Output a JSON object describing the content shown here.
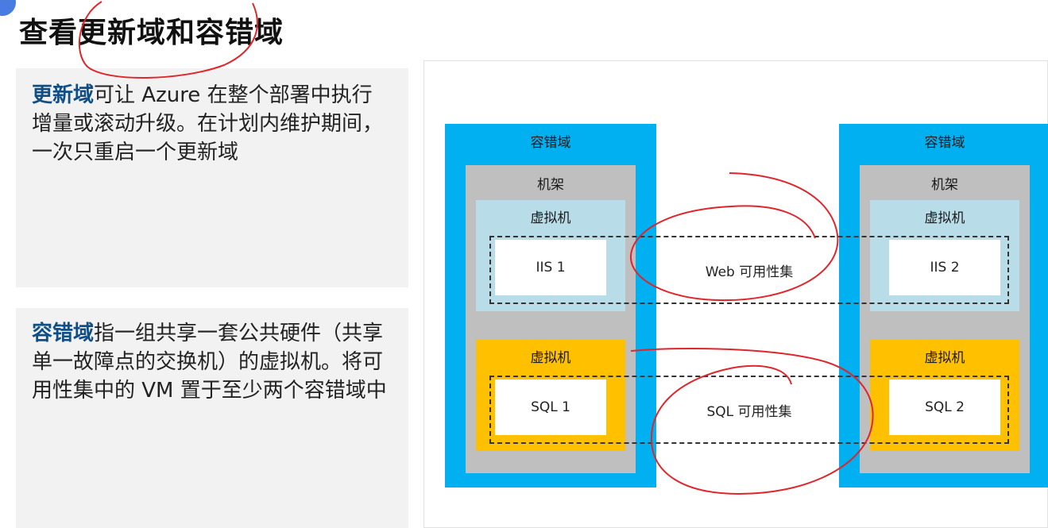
{
  "page": {
    "title": "查看更新域和容错域"
  },
  "panels": {
    "update_domain": {
      "term": "更新域",
      "text": "可让 Azure 在整个部署中执行增量或滚动升级。在计划内维护期间，一次只重启一个更新域"
    },
    "fault_domain": {
      "term": "容错域",
      "text": "指一组共享一套公共硬件（共享单一故障点的交换机）的虚拟机。将可用性集中的 VM 置于至少两个容错域中"
    }
  },
  "diagram": {
    "fault_domains": [
      {
        "label": "容错域",
        "rack": "机架",
        "vm_top": {
          "label": "虚拟机",
          "node": "IIS 1"
        },
        "vm_bottom": {
          "label": "虚拟机",
          "node": "SQL 1"
        }
      },
      {
        "label": "容错域",
        "rack": "机架",
        "vm_top": {
          "label": "虚拟机",
          "node": "IIS 2"
        },
        "vm_bottom": {
          "label": "虚拟机",
          "node": "SQL 2"
        }
      }
    ],
    "availability_sets": {
      "web": "Web 可用性集",
      "sql": "SQL 可用性集"
    }
  },
  "colors": {
    "fault_domain": "#00b0f0",
    "rack": "#bfbfbf",
    "vm_web": "#b8dde9",
    "vm_sql": "#ffc000",
    "term": "#0f4e86",
    "annotation": "#e0252b"
  }
}
